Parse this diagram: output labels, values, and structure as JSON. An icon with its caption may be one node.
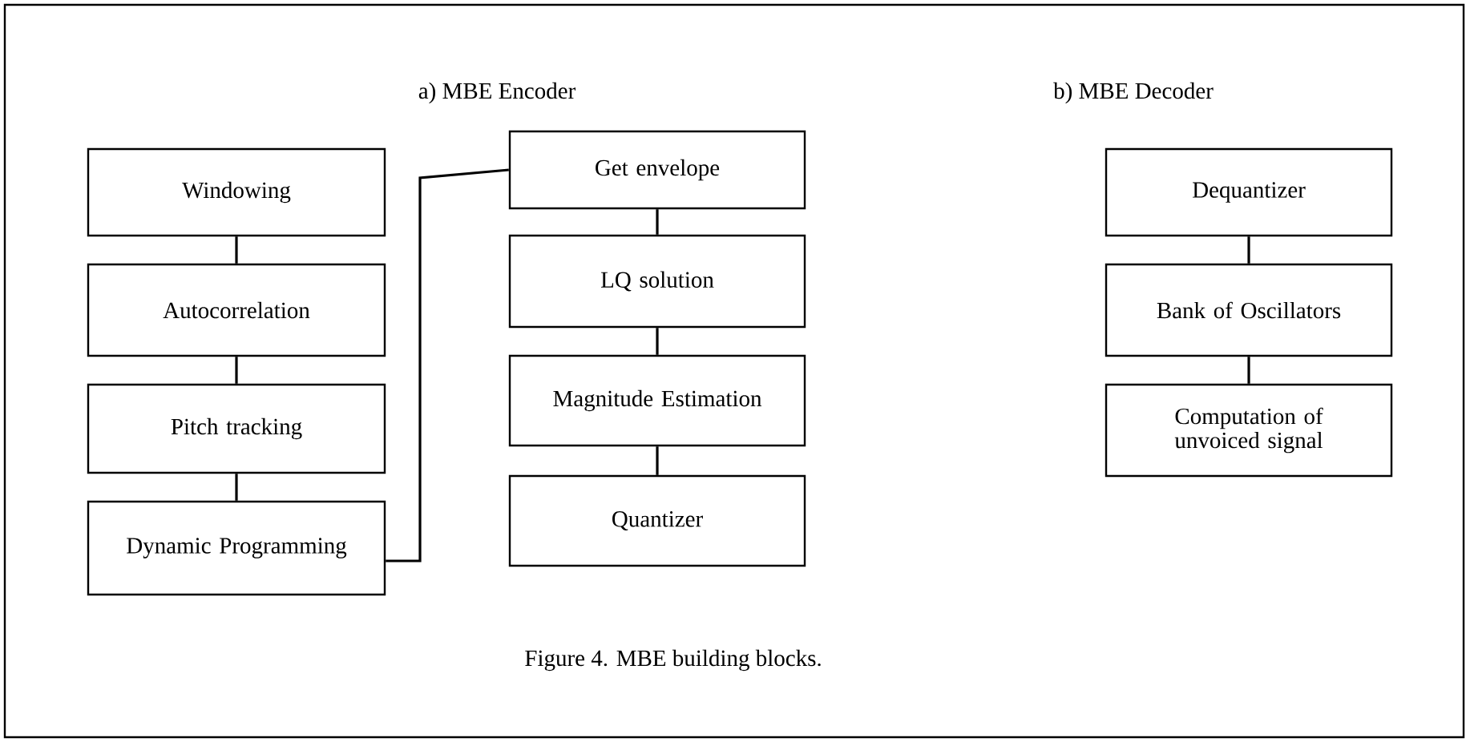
{
  "diagram": {
    "caption": "Figure 4. MBE building blocks.",
    "nodes": [
      {
        "text": [
          "Windowing"
        ]
      },
      {
        "text": [
          "Autocorrelation"
        ]
      },
      {
        "text": [
          "Pitch tracking"
        ]
      },
      {
        "text": [
          "Dynamic Programming"
        ]
      },
      {
        "text": [
          "Get envelope"
        ]
      },
      {
        "text": [
          "LQ solution"
        ]
      },
      {
        "text": [
          "Magnitude Estimation"
        ]
      },
      {
        "text": [
          "Quantizer"
        ]
      },
      {
        "text": [
          "Dequantizer"
        ]
      },
      {
        "text": [
          "Bank of Oscillators"
        ]
      },
      {
        "text": [
          "Computation of unvoiced signal"
        ]
      }
    ],
    "edges": [
      {
        "from": 0,
        "to": 1,
        "arrow": "none"
      },
      {
        "from": 1,
        "to": 2,
        "arrow": "none"
      },
      {
        "from": 2,
        "to": 3,
        "arrow": "none"
      },
      {
        "from": 3,
        "to": 4,
        "arrow": "none"
      },
      {
        "from": 4,
        "to": 5,
        "arrow": "none"
      },
      {
        "from": 5,
        "to": 6,
        "arrow": "none"
      },
      {
        "from": 6,
        "to": 7,
        "arrow": "none"
      },
      {
        "from": 8,
        "to": 9,
        "arrow": "none"
      },
      {
        "from": 9,
        "to": 10,
        "arrow": "none"
      }
    ],
    "labels": [
      "a) MBE Encoder",
      "b) MBE Decoder"
    ]
  }
}
